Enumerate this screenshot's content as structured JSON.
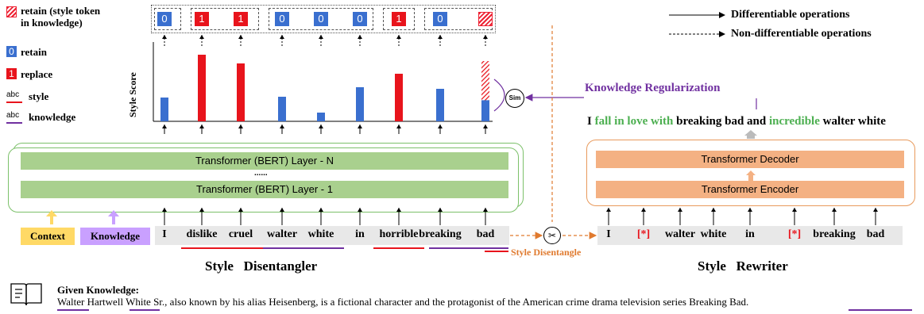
{
  "legend": {
    "retain_style_knowledge": "retain (style token in knowledge)",
    "retain_line1": "retain (style token",
    "retain_line2": "in knowledge)",
    "zero_digit": "0",
    "retain": "retain",
    "one_digit": "1",
    "replace": "replace",
    "abc": "abc",
    "style": "style",
    "knowledge": "knowledge"
  },
  "ops_legend": {
    "differentiable": "Differentiable operations",
    "non_differentiable": "Non-differentiable operations"
  },
  "mask_row": [
    "0",
    "1",
    "1",
    "0",
    "0",
    "0",
    "1",
    "0",
    ""
  ],
  "chart_data": {
    "type": "bar",
    "ylabel": "Style Score",
    "categories": [
      "I",
      "dislike",
      "cruel",
      "walter",
      "white",
      "in",
      "horrible",
      "breaking",
      "bad"
    ],
    "values": [
      0.3,
      0.84,
      0.73,
      0.31,
      0.11,
      0.43,
      0.6,
      0.41,
      0.76
    ],
    "colors": [
      "#3a6fcf",
      "#e8141c",
      "#e8141c",
      "#3a6fcf",
      "#3a6fcf",
      "#3a6fcf",
      "#e8141c",
      "#3a6fcf",
      "hatch"
    ],
    "ylim": [
      0,
      1
    ]
  },
  "sim_label": "Sim",
  "knowledge_regularization": "Knowledge Regularization",
  "output_sentence": {
    "p1": "I",
    "p2": "fall in love with",
    "p3": "breaking bad and",
    "p4": "incredible",
    "p5": "walter white"
  },
  "disentangler": {
    "layer_n": "Transformer (BERT) Layer - N",
    "dots": "......",
    "layer_1": "Transformer (BERT) Layer - 1",
    "context": "Context",
    "knowledge": "Knowledge",
    "tokens": [
      "I",
      "dislike",
      "cruel",
      "walter",
      "white",
      "in",
      "horrible",
      "breaking",
      "bad"
    ],
    "title_1": "Style",
    "title_2": "Disentangler"
  },
  "style_disentangle": "Style Disentangle",
  "scissors": "✂",
  "rewriter": {
    "decoder": "Transformer Decoder",
    "encoder": "Transformer Encoder",
    "tokens": [
      "I",
      "[*]",
      "walter",
      "white",
      "in",
      "[*]",
      "breaking",
      "bad"
    ],
    "title_1": "Style",
    "title_2": "Rewriter"
  },
  "given_knowledge": {
    "title": "Given Knowledge:",
    "text": "Walter Hartwell White Sr., also known by his alias Heisenberg, is a fictional character and the protagonist of the American crime drama television series Breaking Bad."
  }
}
